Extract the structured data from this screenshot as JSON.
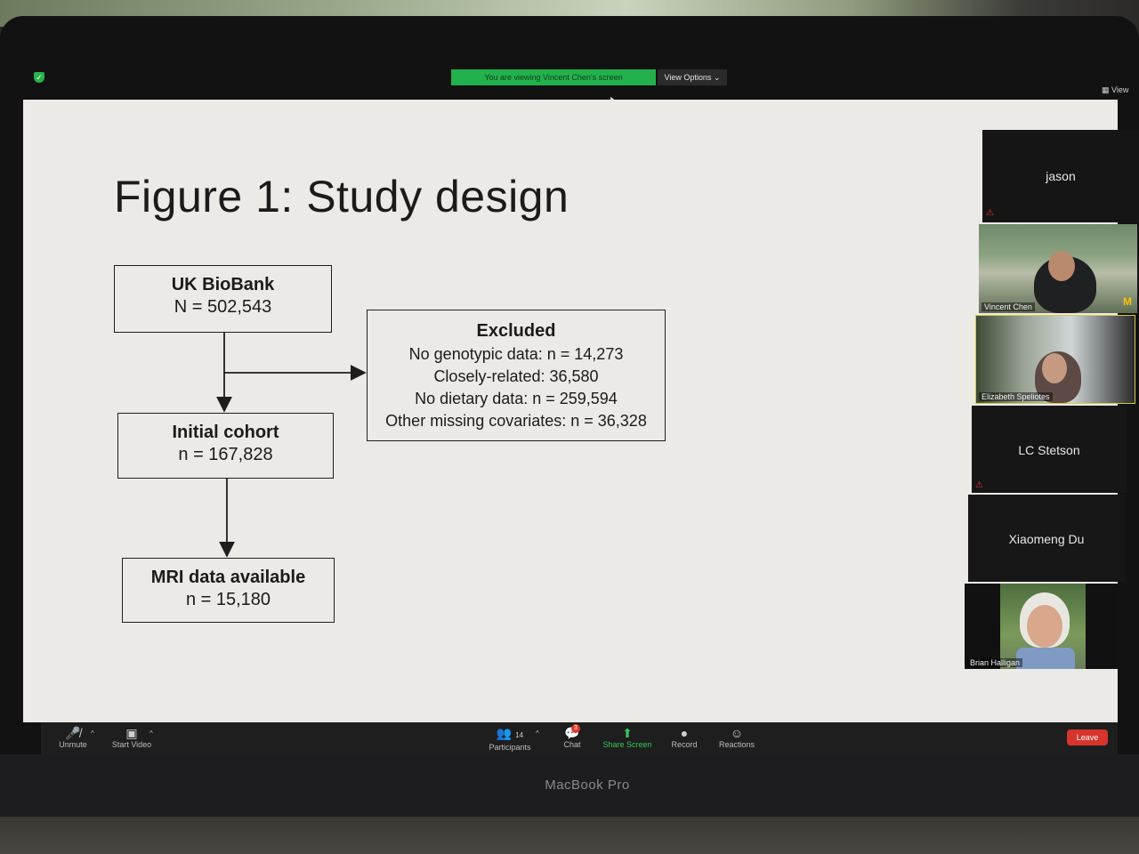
{
  "zoom": {
    "sharing_banner": "You are viewing Vincent Chen's screen",
    "view_options": "View Options",
    "view_button": "View"
  },
  "slide": {
    "title": "Figure 1: Study design",
    "boxes": {
      "biobank": {
        "heading": "UK BioBank",
        "value": "N = 502,543"
      },
      "excluded": {
        "heading": "Excluded",
        "lines": [
          "No genotypic data: n = 14,273",
          "Closely-related: 36,580",
          "No dietary data: n = 259,594",
          "Other missing covariates: n = 36,328"
        ]
      },
      "initial": {
        "heading": "Initial cohort",
        "value": "n = 167,828"
      },
      "mri": {
        "heading": "MRI data available",
        "value": "n = 15,180"
      }
    }
  },
  "participants": [
    {
      "name": "jason",
      "video": false
    },
    {
      "name": "Vincent Chen",
      "video": true
    },
    {
      "name": "Elizabeth Speliotes",
      "video": true
    },
    {
      "name": "LC Stetson",
      "video": false
    },
    {
      "name": "Xiaomeng Du",
      "video": false
    },
    {
      "name": "Brian Halligan",
      "video": true
    }
  ],
  "toolbar": {
    "unmute": "Unmute",
    "start_video": "Start Video",
    "participants": "Participants",
    "participants_count": "14",
    "chat": "Chat",
    "chat_badge": "3",
    "share_screen": "Share Screen",
    "record": "Record",
    "reactions": "Reactions",
    "leave": "Leave"
  },
  "device": {
    "brand": "MacBook Pro"
  },
  "colors": {
    "share_green": "#23b14d",
    "leave_red": "#d7352c",
    "slide_bg": "#eceae6"
  }
}
